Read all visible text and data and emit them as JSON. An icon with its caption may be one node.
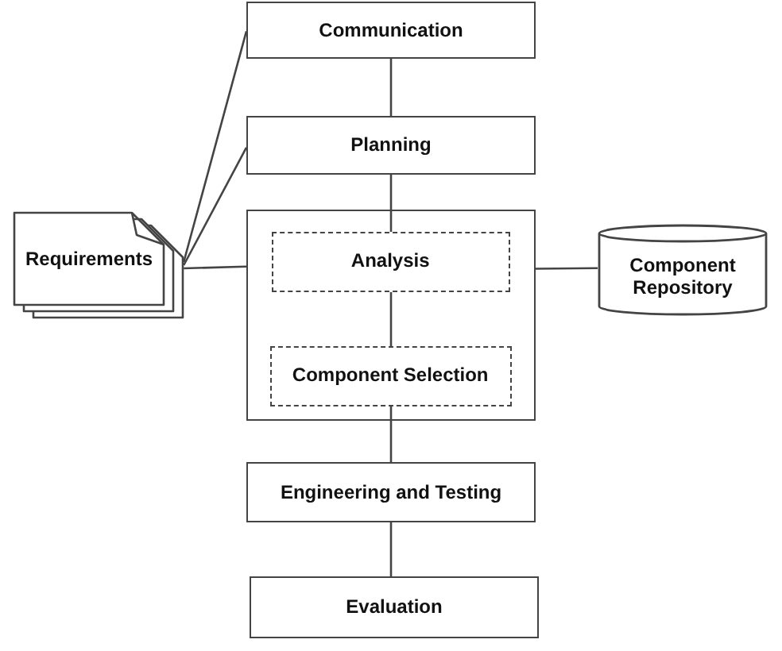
{
  "diagram": {
    "nodes": [
      {
        "text": [
          "Communication"
        ]
      },
      {
        "text": [
          "Planning"
        ]
      },
      {
        "text": [
          "Requirements"
        ]
      },
      {
        "text": [],
        "shape": "box"
      },
      {
        "text": [
          "Analysis"
        ],
        "in": 3
      },
      {
        "text": [
          "Component Selection"
        ],
        "in": 3
      },
      {
        "text": [
          "Component Repository"
        ]
      },
      {
        "text": [
          "Engineering and Testing"
        ]
      },
      {
        "text": [
          "Evaluation"
        ]
      }
    ],
    "edges": [
      {
        "from": 0,
        "to": 1,
        "arrow": "none"
      },
      {
        "from": 1,
        "to": 4,
        "arrow": "none"
      },
      {
        "from": 4,
        "to": 5,
        "arrow": "none"
      },
      {
        "from": 5,
        "to": 7,
        "arrow": "none"
      },
      {
        "from": 7,
        "to": 8,
        "arrow": "none"
      },
      {
        "from": 2,
        "to": 0,
        "arrow": "none"
      },
      {
        "from": 2,
        "to": 1,
        "arrow": "none"
      },
      {
        "from": 2,
        "to": 3,
        "arrow": "none"
      },
      {
        "from": 3,
        "to": 6,
        "arrow": "none"
      }
    ]
  }
}
